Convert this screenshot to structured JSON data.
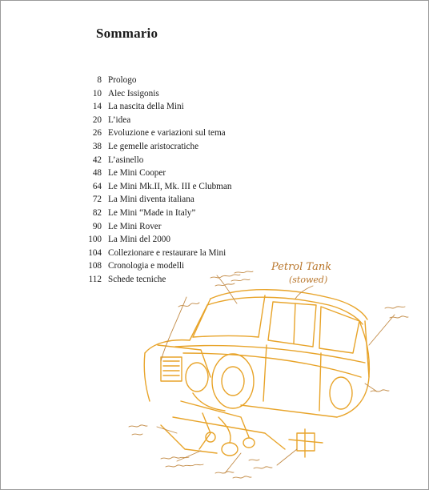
{
  "page": {
    "title": "Sommario"
  },
  "colors": {
    "text": "#1a1a1a",
    "sketch": "#e8a42a",
    "handwriting": "#b8752a"
  },
  "toc": [
    {
      "page": "8",
      "title": "Prologo"
    },
    {
      "page": "10",
      "title": "Alec Issigonis"
    },
    {
      "page": "14",
      "title": "La nascita della Mini"
    },
    {
      "page": "20",
      "title": "L’idea"
    },
    {
      "page": "26",
      "title": "Evoluzione e variazioni sul tema"
    },
    {
      "page": "38",
      "title": "Le gemelle aristocratiche"
    },
    {
      "page": "42",
      "title": "L’asinello"
    },
    {
      "page": "48",
      "title": "Le Mini Cooper"
    },
    {
      "page": "64",
      "title": "Le Mini Mk.II, Mk. III e Clubman"
    },
    {
      "page": "72",
      "title": "La Mini diventa italiana"
    },
    {
      "page": "82",
      "title": "Le Mini “Made in Italy”"
    },
    {
      "page": "90",
      "title": "Le Mini Rover"
    },
    {
      "page": "100",
      "title": "La Mini del 2000"
    },
    {
      "page": "104",
      "title": "Collezionare e restaurare la Mini"
    },
    {
      "page": "108",
      "title": "Cronologia e modelli"
    },
    {
      "page": "112",
      "title": "Schede tecniche"
    }
  ],
  "sketch": {
    "annotations": {
      "petrol_tank": "Petrol Tank",
      "stowed": "(stowed)"
    }
  }
}
